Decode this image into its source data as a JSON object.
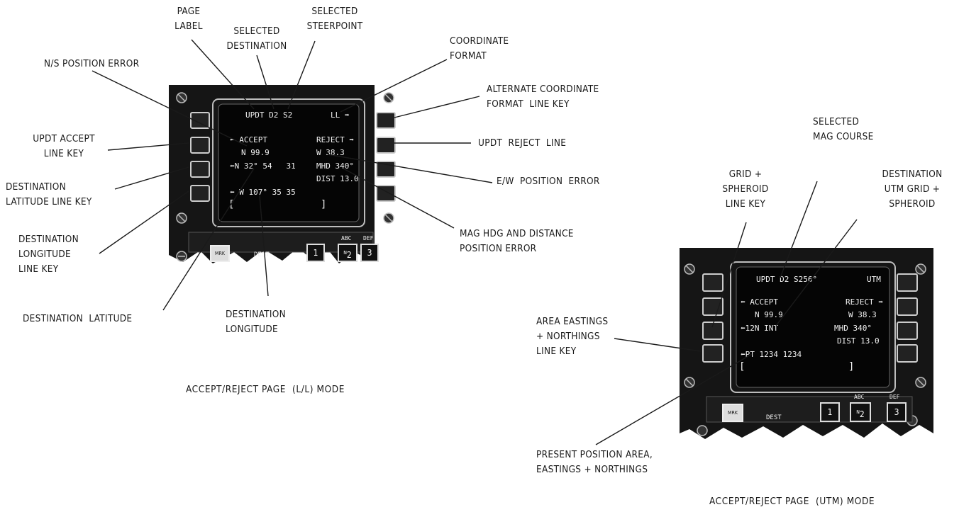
{
  "left_panel": {
    "screen": {
      "title": "UPDT D2 S2",
      "coord_format": "LL",
      "accept": "ACCEPT",
      "reject": "REJECT",
      "ns_error": "N 99.9",
      "ew_error": "W 38.3",
      "latitude": "N 32° 54   31",
      "mag_hdg": "MHD 340°",
      "distance": "DIST 13.0",
      "longitude": "W 107° 35 35",
      "scratch_open": "[",
      "scratch_close": "]"
    },
    "keypad": {
      "mrk": "MRK",
      "dest": "DEST",
      "key1": "1",
      "key2_top": "ABC",
      "key2": "2",
      "key2_sub": "N",
      "key3_top": "DEF",
      "key3": "3"
    },
    "callouts": {
      "page_label": [
        "PAGE",
        "LABEL"
      ],
      "selected_destination": [
        "SELECTED",
        "DESTINATION"
      ],
      "selected_steerpoint": [
        "SELECTED",
        "STEERPOINT"
      ],
      "coordinate_format": [
        "COORDINATE",
        "FORMAT"
      ],
      "ns_position_error": [
        "N/S POSITION ERROR"
      ],
      "alt_coord_format_key": [
        "ALTERNATE COORDINATE",
        "FORMAT  LINE KEY"
      ],
      "updt_accept_key": [
        "UPDT ACCEPT",
        "LINE KEY"
      ],
      "updt_reject_line": [
        "UPDT  REJECT  LINE"
      ],
      "dest_latitude_key": [
        "DESTINATION",
        "LATITUDE LINE KEY"
      ],
      "ew_position_error": [
        "E/W  POSITION  ERROR"
      ],
      "dest_longitude_key": [
        "DESTINATION",
        "LONGITUDE",
        "LINE KEY"
      ],
      "mag_hdg_distance": [
        "MAG HDG AND DISTANCE",
        "POSITION ERROR"
      ],
      "dest_latitude": [
        "DESTINATION  LATITUDE"
      ],
      "dest_longitude": [
        "DESTINATION",
        "LONGITUDE"
      ]
    },
    "caption": "ACCEPT/REJECT PAGE  (L/L) MODE"
  },
  "right_panel": {
    "screen": {
      "title": "UPDT D2 S256°",
      "coord_format": "UTM",
      "accept": "ACCEPT",
      "reject": "REJECT",
      "ns_error": "N 99.9",
      "ew_error": "W 38.3",
      "grid": "12N INT",
      "mag_hdg": "MHD 340°",
      "distance": "DIST 13.0",
      "position": "PT 1234 1234",
      "scratch_open": "[",
      "scratch_close": "]"
    },
    "keypad": {
      "mrk": "MRK",
      "dest": "DEST",
      "key1": "1",
      "key2_top": "ABC",
      "key2": "2",
      "key2_sub": "N",
      "key3_top": "DEF",
      "key3": "3"
    },
    "callouts": {
      "selected_mag_course": [
        "SELECTED",
        "MAG COURSE"
      ],
      "grid_spheroid_key": [
        "GRID +",
        "SPHEROID",
        "LINE KEY"
      ],
      "dest_utm_grid": [
        "DESTINATION",
        "UTM GRID +",
        "SPHEROID"
      ],
      "area_eastings_key": [
        "AREA EASTINGS",
        "+ NORTHINGS",
        "LINE KEY"
      ],
      "present_position": [
        "PRESENT POSITION AREA,",
        "EASTINGS + NORTHINGS"
      ]
    },
    "caption": "ACCEPT/REJECT PAGE  (UTM) MODE"
  }
}
